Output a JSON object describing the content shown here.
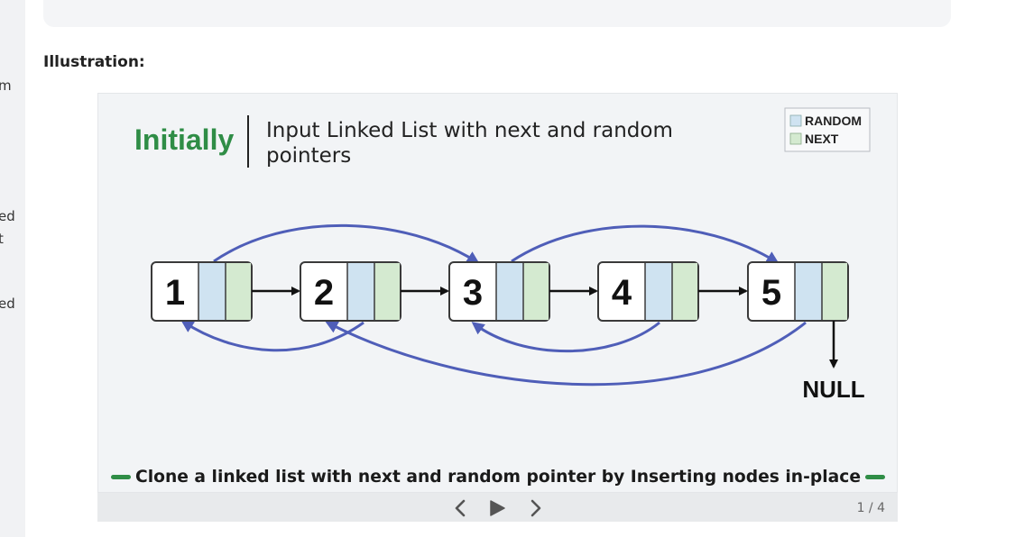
{
  "left_rail": {
    "fragments": [
      "m",
      "ed",
      "t",
      "ed"
    ]
  },
  "section": {
    "heading": "Illustration:"
  },
  "slide": {
    "tag": "Initially",
    "title_line1": "Input Linked List with next and random",
    "title_line2": "pointers",
    "legend": {
      "random": "RANDOM",
      "next": "NEXT"
    },
    "nodes": [
      "1",
      "2",
      "3",
      "4",
      "5"
    ],
    "null_label": "NULL",
    "caption": "Clone a linked list with next and random pointer by Inserting nodes in-place",
    "colors": {
      "accent_green": "#2f8d46",
      "random_fill": "#cfe3f1",
      "next_fill": "#d4ead0",
      "arc": "#4f5eb8",
      "background": "#f2f4f6"
    }
  },
  "slider": {
    "counter": "1 / 4",
    "prev": "chevron-left-icon",
    "play": "play-icon",
    "next": "chevron-right-icon"
  }
}
